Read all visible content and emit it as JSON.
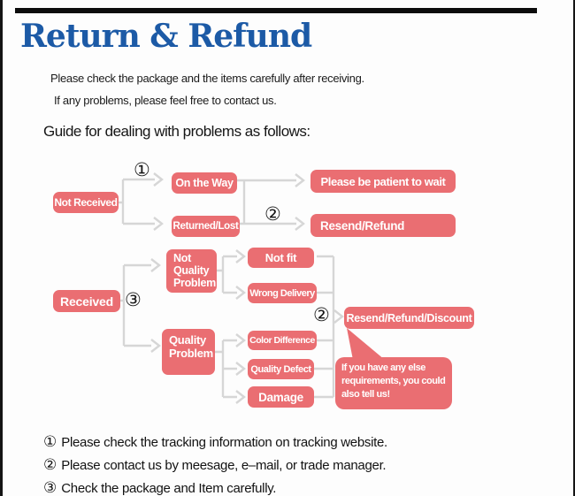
{
  "colors": {
    "accent": "#ea6e72",
    "title": "#1c5aa6",
    "connector": "#d6d6d6",
    "text": "#1a1a1a"
  },
  "header": {
    "title": "Return & Refund"
  },
  "intro": {
    "line1": "Please check the package and the items carefully after receiving.",
    "line2": "If any problems, please feel free to contact us."
  },
  "guide": {
    "heading": "Guide for dealing with problems as follows:"
  },
  "flowchart": {
    "markers": {
      "m1": "①",
      "m2": "②",
      "m3": "③"
    },
    "nodes": {
      "not_received": "Not Received",
      "on_the_way": "On the Way",
      "returned_lost": "Returned/Lost",
      "be_patient": "Please be patient to wait",
      "resend_refund": "Resend/Refund",
      "received": "Received",
      "not_quality_problem": "Not Quality Problem",
      "not_fit": "Not fit",
      "wrong_delivery": "Wrong Delivery",
      "quality_problem": "Quality Problem",
      "color_difference": "Color Difference",
      "quality_defect": "Quality Defect",
      "damage": "Damage",
      "resend_refund_discount": "Resend/Refund/Discount",
      "bubble": "If you have any else\nrequirements, you could\nalso tell us!"
    }
  },
  "footnotes": [
    {
      "marker": "①",
      "text": "Please check the tracking information on tracking website."
    },
    {
      "marker": "②",
      "text": "Please contact us by meesage, e–mail, or trade manager."
    },
    {
      "marker": "③",
      "text": "Check the package and Item carefully."
    }
  ]
}
